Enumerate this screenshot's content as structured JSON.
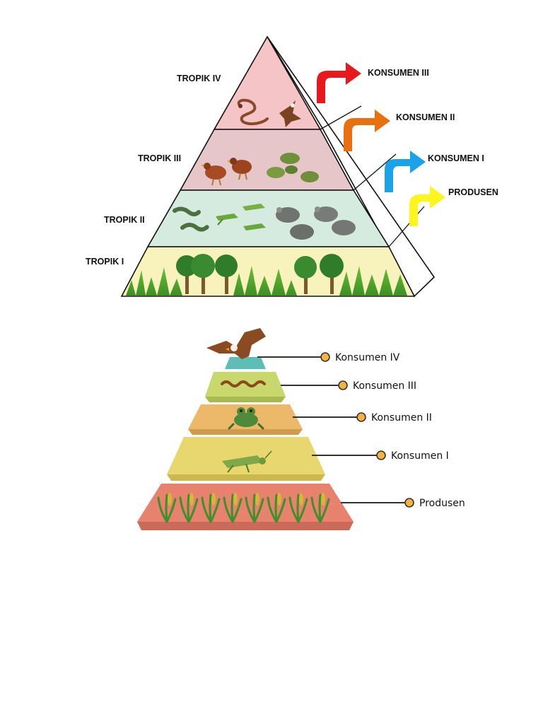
{
  "pyramid_top": {
    "levels": [
      {
        "tropik": "TROPIK IV",
        "consumer": "KONSUMEN III",
        "fill": "#f4c4c6",
        "organisms": [
          "snake",
          "eagle"
        ],
        "arrow_color": "#e8191c"
      },
      {
        "tropik": "TROPIK III",
        "consumer": "KONSUMEN II",
        "fill": "#e6c6c9",
        "organisms": [
          "chicken",
          "frog"
        ],
        "arrow_color": "#e8700f"
      },
      {
        "tropik": "TROPIK II",
        "consumer": "KONSUMEN I",
        "fill": "#d5ebe0",
        "organisms": [
          "caterpillar",
          "grasshopper",
          "mouse"
        ],
        "arrow_color": "#1aa3e8"
      },
      {
        "tropik": "TROPIK I",
        "consumer": "PRODUSEN",
        "fill": "#f8f3bd",
        "organisms": [
          "tree",
          "grass"
        ],
        "arrow_color": "#fdf51b"
      }
    ]
  },
  "pyramid_bottom": {
    "levels": [
      {
        "label": "Konsumen IV",
        "fill": "#5ebdb4",
        "organism": "eagle"
      },
      {
        "label": "Konsumen III",
        "fill": "#c9d86c",
        "organism": "snake"
      },
      {
        "label": "Konsumen II",
        "fill": "#ecb96a",
        "organism": "frog"
      },
      {
        "label": "Konsumen I",
        "fill": "#e8d66e",
        "organism": "grasshopper"
      },
      {
        "label": "Produsen",
        "fill": "#e6826e",
        "organism": "rice-plant"
      }
    ],
    "marker_color": "#f2b43c"
  }
}
